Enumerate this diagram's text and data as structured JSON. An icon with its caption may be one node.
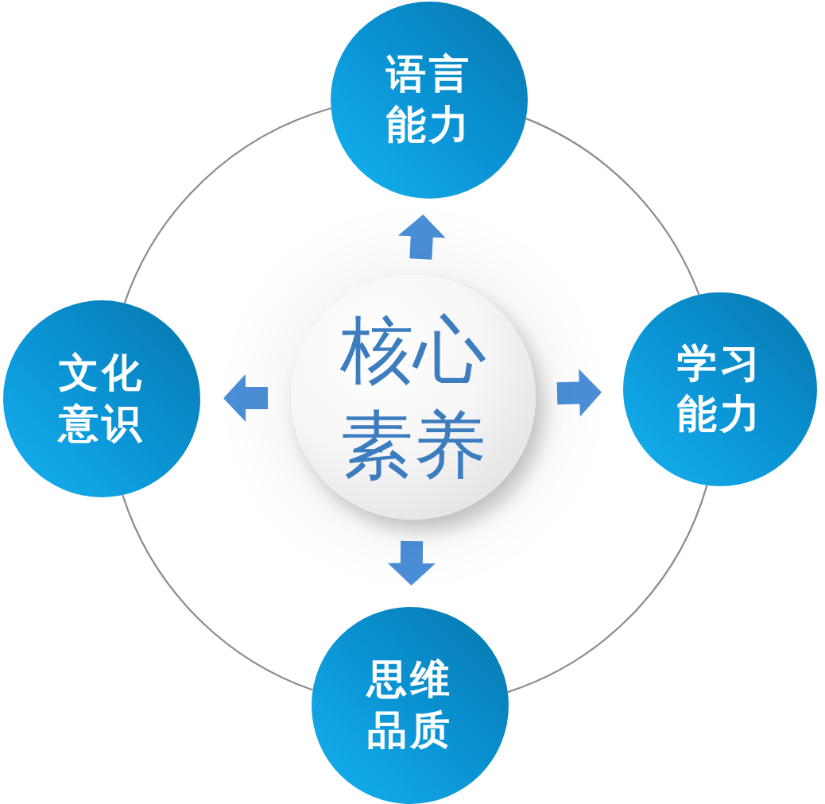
{
  "diagram": {
    "nodes": [
      {
        "text": [
          "语言能力"
        ]
      },
      {
        "text": [
          "文化意识"
        ]
      },
      {
        "text": [
          "核心素养"
        ]
      },
      {
        "text": [
          "学习能力"
        ]
      },
      {
        "text": [
          "思维品质"
        ]
      }
    ],
    "edges": [
      {
        "from": 2,
        "to": 0,
        "arrow": "to",
        "style": "thick",
        "color": "#4a8fd8"
      },
      {
        "from": 2,
        "to": 1,
        "arrow": "to",
        "style": "thick",
        "color": "#4a8fd8"
      },
      {
        "from": 2,
        "to": 3,
        "arrow": "to",
        "style": "thick",
        "color": "#4a8fd8"
      },
      {
        "from": 2,
        "to": 4,
        "arrow": "to",
        "style": "thick",
        "color": "#4a8fd8"
      },
      {
        "from": 0,
        "to": 3,
        "arrow": "none"
      },
      {
        "from": 3,
        "to": 4,
        "arrow": "none"
      },
      {
        "from": 4,
        "to": 1,
        "arrow": "none"
      },
      {
        "from": 1,
        "to": 0,
        "arrow": "none"
      }
    ]
  }
}
